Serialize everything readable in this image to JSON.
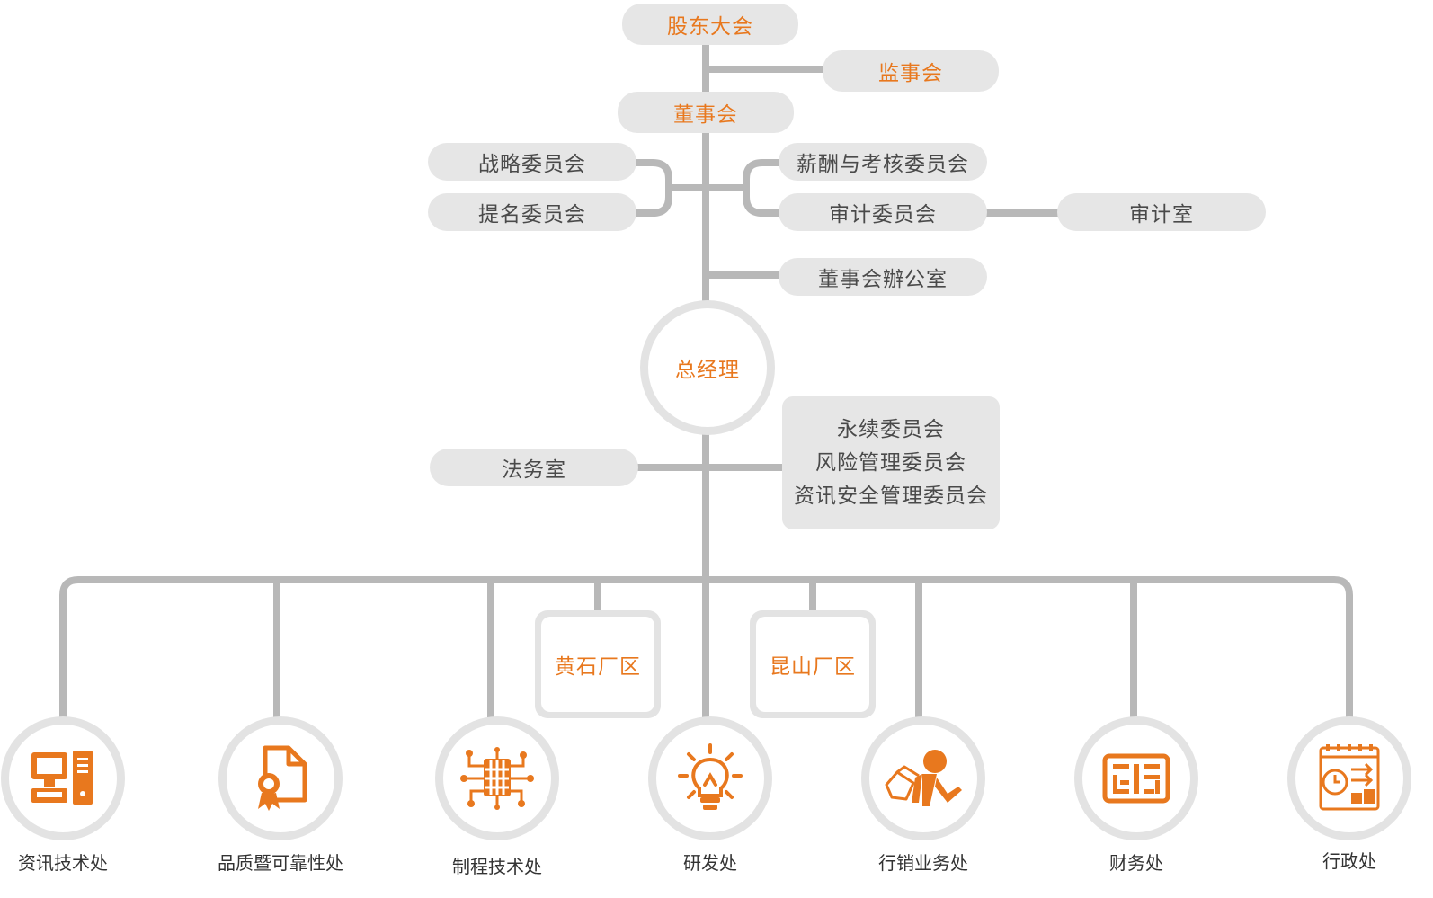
{
  "colors": {
    "accent": "#e8781e",
    "line": "#b8b8b8",
    "box": "#e6e6e6",
    "text": "#4a4a4a"
  },
  "top": {
    "shareholders": "股东大会",
    "supervisors": "监事会",
    "board": "董事会"
  },
  "committees_left": [
    "战略委员会",
    "提名委员会"
  ],
  "committees_right": [
    "薪酬与考核委员会",
    "审计委员会"
  ],
  "audit_office": "审计室",
  "board_office": "董事会辦公室",
  "general_manager": "总经理",
  "legal": "法务室",
  "gm_committees": [
    "永续委员会",
    "风险管理委员会",
    "资讯安全管理委员会"
  ],
  "plants": [
    "黄石厂区",
    "昆山厂区"
  ],
  "departments": [
    {
      "label": "资讯技术处",
      "icon": "computer-icon"
    },
    {
      "label": "品质暨可靠性处",
      "icon": "certificate-icon"
    },
    {
      "label": "制程技术处",
      "icon": "circuit-chip-icon"
    },
    {
      "label": "研发处",
      "icon": "lightbulb-icon"
    },
    {
      "label": "行销业务处",
      "icon": "running-person-icon"
    },
    {
      "label": "财务处",
      "icon": "finance-board-icon"
    },
    {
      "label": "行政处",
      "icon": "calendar-clock-icon"
    }
  ]
}
